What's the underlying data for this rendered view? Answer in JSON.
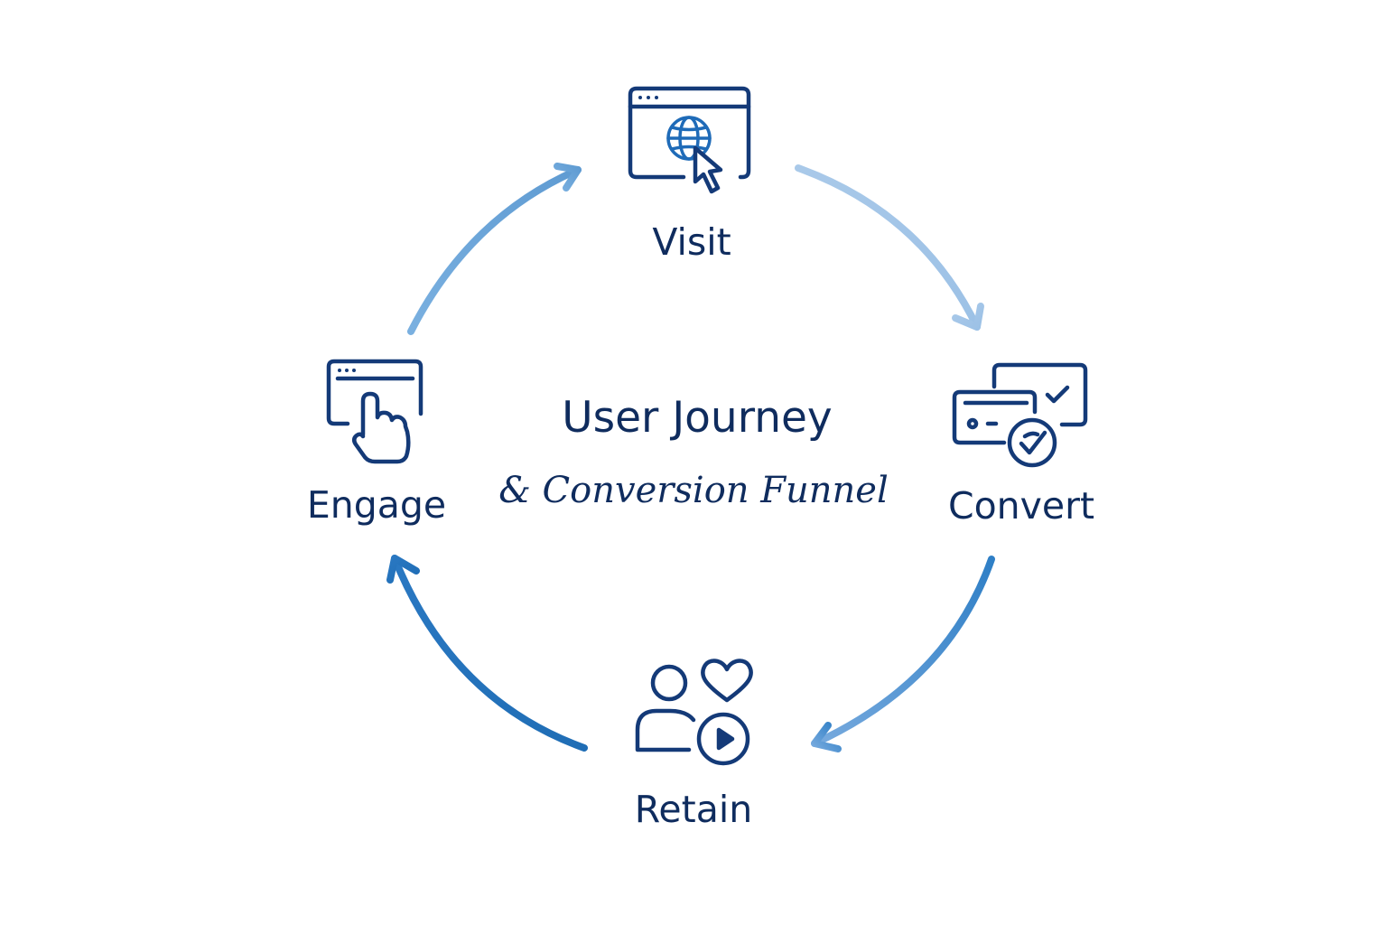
{
  "title": "User Journey",
  "subtitle": "& Conversion Funnel",
  "stages": [
    {
      "id": "visit",
      "label": "Visit",
      "icon": "browser-globe-cursor-icon"
    },
    {
      "id": "convert",
      "label": "Convert",
      "icon": "credit-card-checkmark-icon"
    },
    {
      "id": "retain",
      "label": "Retain",
      "icon": "user-heart-play-icon"
    },
    {
      "id": "engage",
      "label": "Engage",
      "icon": "browser-hand-pointer-icon"
    }
  ],
  "flow": [
    {
      "from": "Engage",
      "to": "Visit"
    },
    {
      "from": "Visit",
      "to": "Convert"
    },
    {
      "from": "Convert",
      "to": "Retain"
    },
    {
      "from": "Retain",
      "to": "Engage"
    }
  ],
  "colors": {
    "ink": "#0f2c5e",
    "icon_stroke": "#143a78",
    "globe_blue": "#1f6bb8",
    "arrow_light": "#a7c8e8",
    "arrow_mid": "#6fa4d8",
    "arrow_dark": "#1c6cb6"
  }
}
